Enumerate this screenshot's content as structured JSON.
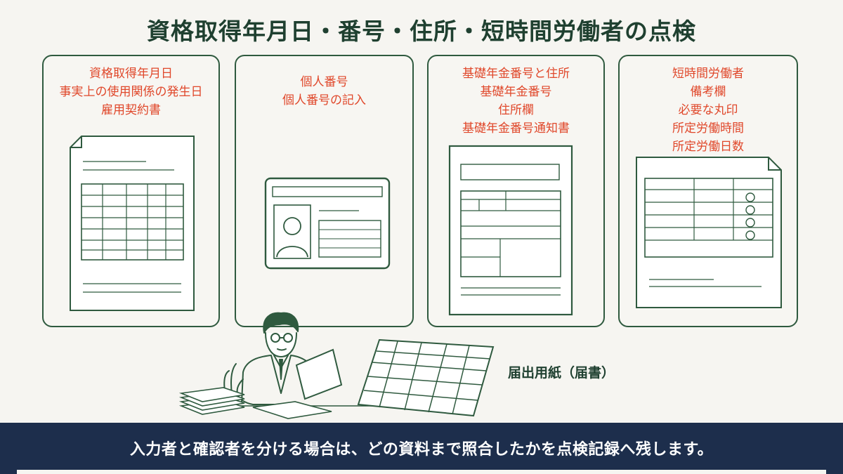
{
  "title": "資格取得年月日・番号・住所・短時間労働者の点検",
  "cards": [
    {
      "lines": [
        "資格取得年月日",
        "事実上の使用関係の発生日",
        "雇用契約書"
      ]
    },
    {
      "lines": [
        "個人番号",
        "個人番号の記入"
      ]
    },
    {
      "lines": [
        "基礎年金番号と住所",
        "基礎年金番号",
        "住所欄",
        "基礎年金番号通知書"
      ]
    },
    {
      "lines": [
        "短時間労働者",
        "備考欄",
        "必要な丸印",
        "所定労働時間",
        "所定労働日数"
      ]
    }
  ],
  "caption": "届出用紙（届書）",
  "footer": "入力者と確認者を分ける場合は、どの資料まで照合したかを点検記録へ残します。",
  "colors": {
    "title": "#1f4030",
    "accent_red": "#e0482b",
    "line_green": "#2f5a3f",
    "footer_bg": "#1d2e4c"
  }
}
